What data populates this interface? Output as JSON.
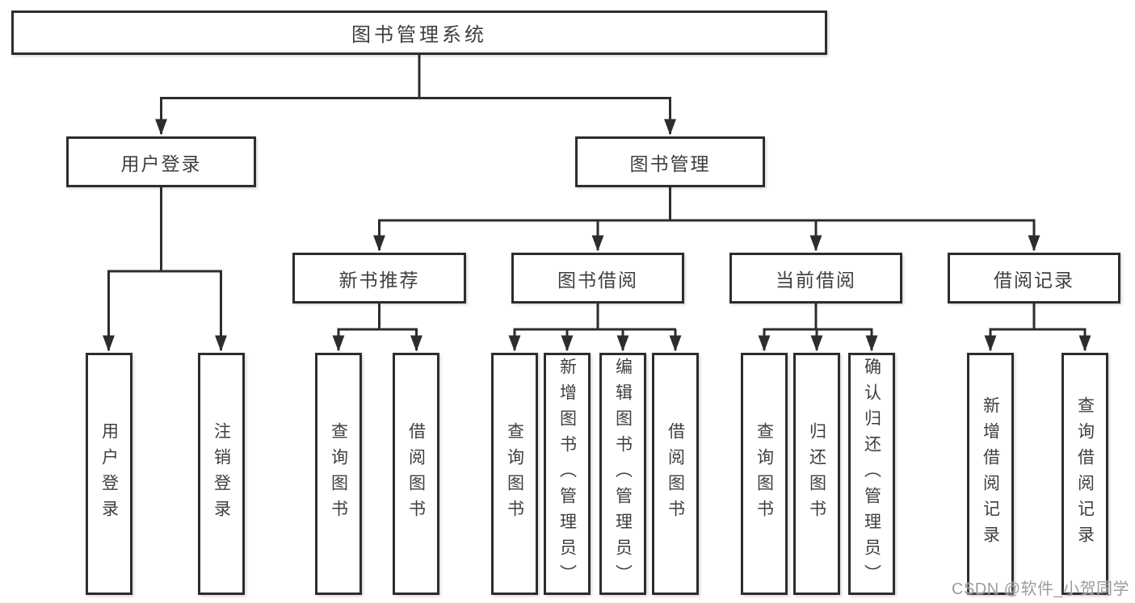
{
  "tree": {
    "label": "图书管理系统",
    "children": [
      {
        "label": "用户登录",
        "children": [
          {
            "label": "用户登录"
          },
          {
            "label": "注销登录"
          }
        ]
      },
      {
        "label": "图书管理",
        "children": [
          {
            "label": "新书推荐",
            "children": [
              {
                "label": "查询图书"
              },
              {
                "label": "借阅图书"
              }
            ]
          },
          {
            "label": "图书借阅",
            "children": [
              {
                "label": "查询图书"
              },
              {
                "label": "新增图书（管理员）"
              },
              {
                "label": "编辑图书（管理员）"
              },
              {
                "label": "借阅图书"
              }
            ]
          },
          {
            "label": "当前借阅",
            "children": [
              {
                "label": "查询图书"
              },
              {
                "label": "归还图书"
              },
              {
                "label": "确认归还（管理员）"
              }
            ]
          },
          {
            "label": "借阅记录",
            "children": [
              {
                "label": "新增借阅记录"
              },
              {
                "label": "查询借阅记录"
              }
            ]
          }
        ]
      }
    ]
  },
  "watermark": {
    "text": "CSDN @软件_小贺同学"
  },
  "colors": {
    "line": "#2d2d2d",
    "box_border": "#2d2d2d",
    "text": "#3f3f3f",
    "watermark": "#979797",
    "background": "#ffffff"
  }
}
